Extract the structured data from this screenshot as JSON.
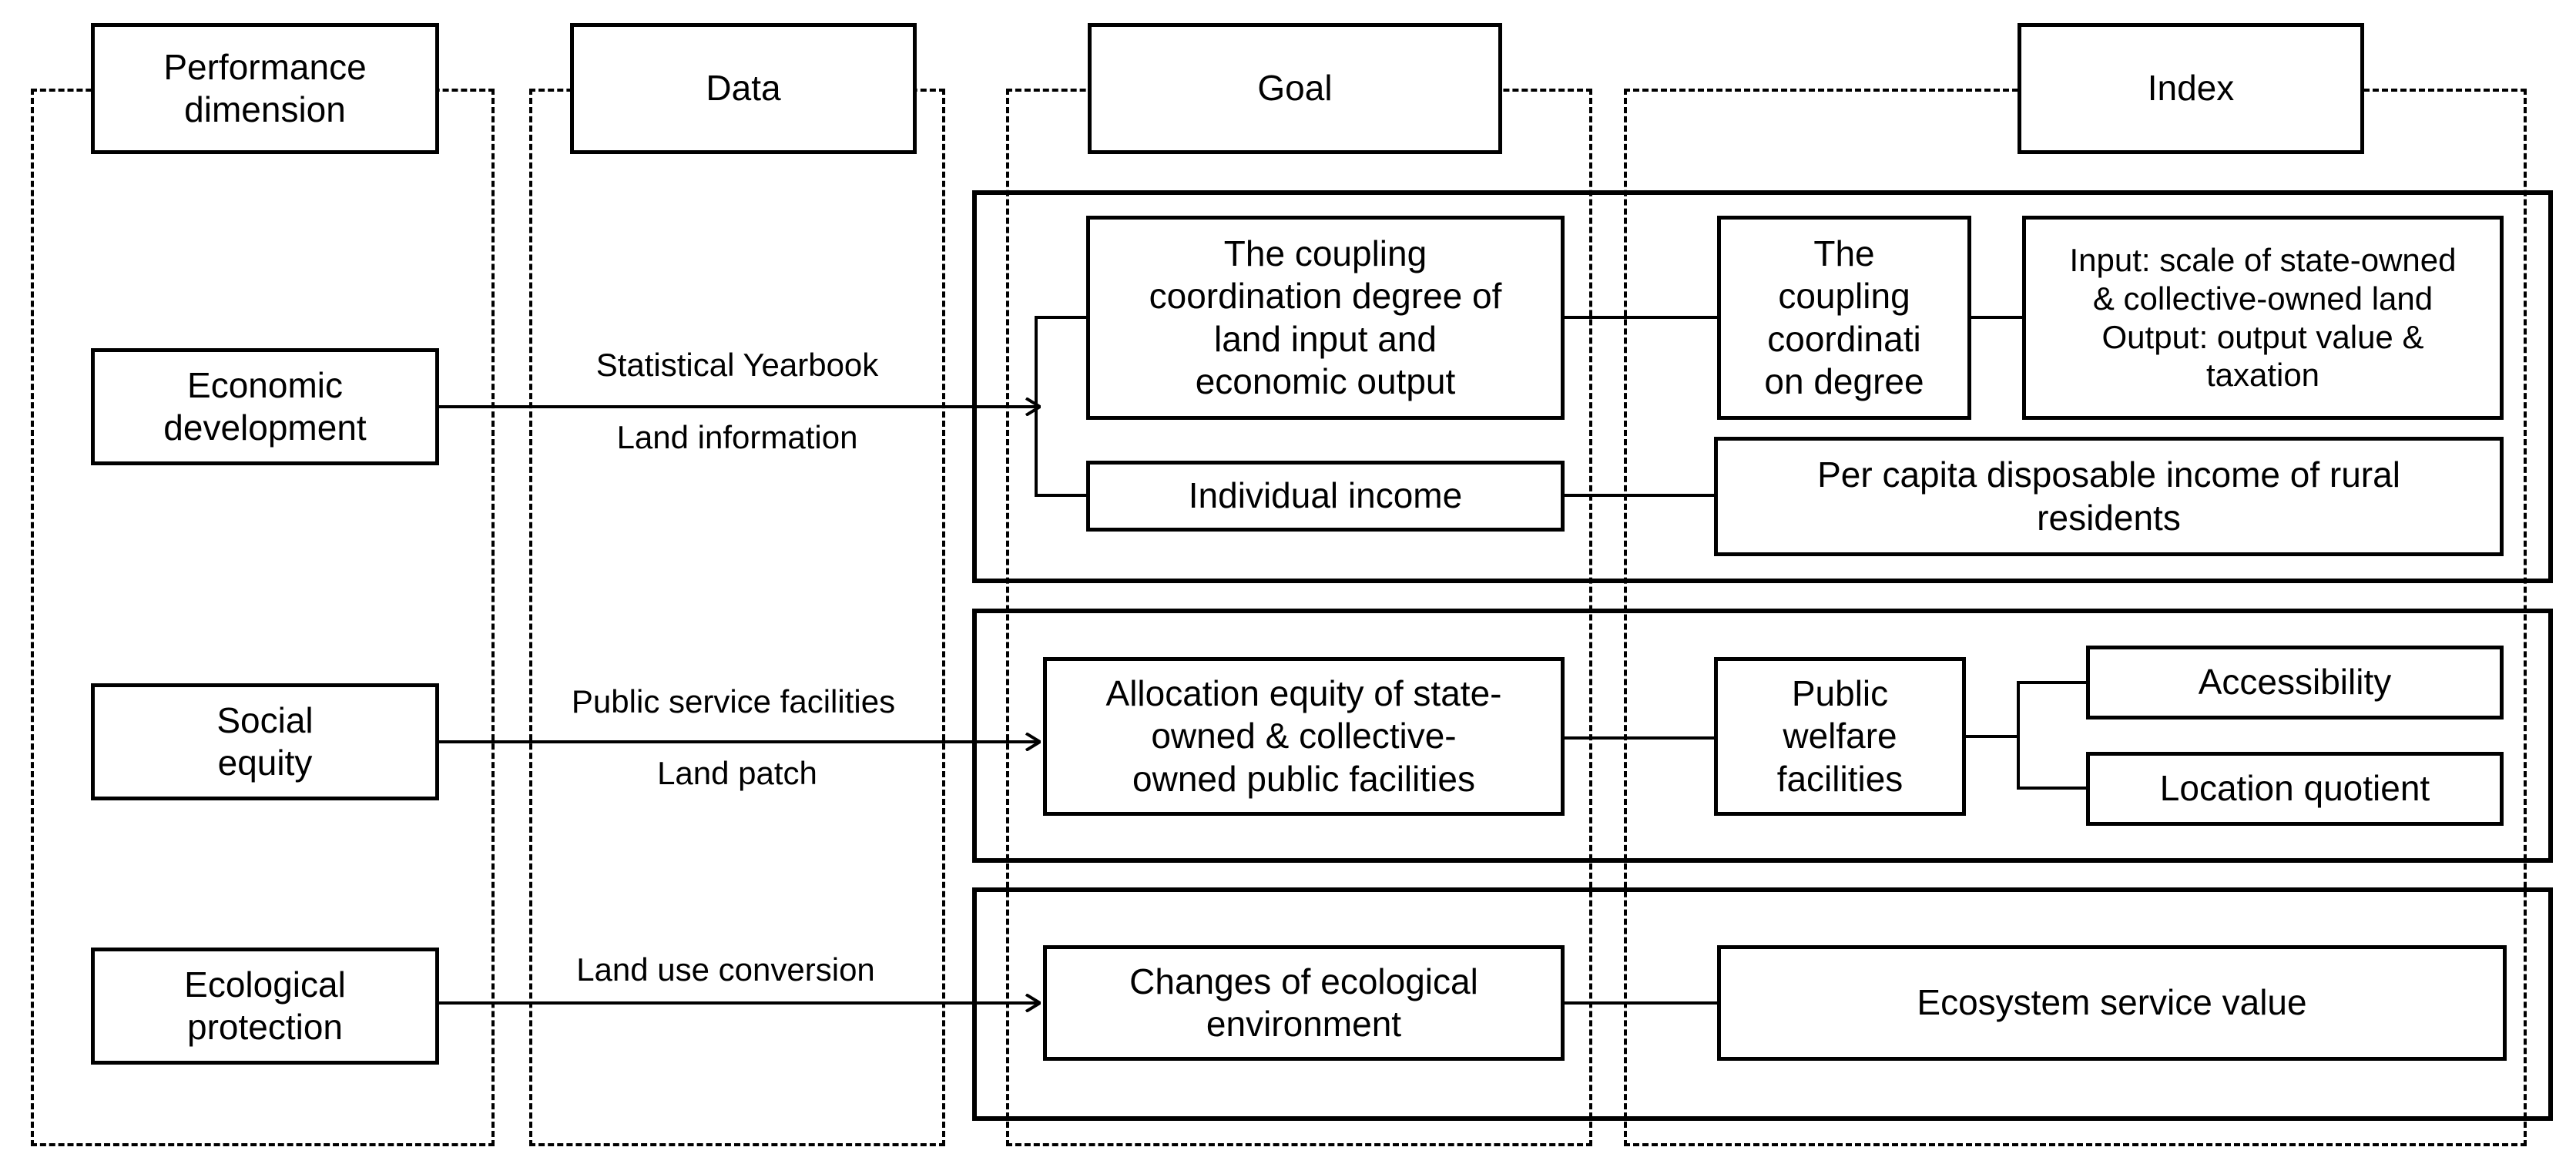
{
  "headers": {
    "performance": "Performance\ndimension",
    "data": "Data",
    "goal": "Goal",
    "index": "Index"
  },
  "dimensions": {
    "economic": "Economic\ndevelopment",
    "social": "Social\nequity",
    "ecological": "Ecological\nprotection"
  },
  "data_labels": {
    "economic_1": "Statistical Yearbook",
    "economic_2": "Land information",
    "social_1": "Public service facilities",
    "social_2": "Land patch",
    "ecological_1": "Land use conversion"
  },
  "goals": {
    "coupling": "The coupling\ncoordination degree of\nland input and\neconomic output",
    "income": "Individual income",
    "allocation": "Allocation equity of state-\nowned & collective-\nowned public facilities",
    "ecological": "Changes of ecological\nenvironment"
  },
  "indexes": {
    "coupling_degree": "The\ncoupling\ncoordinati\non degree",
    "input_output": "Input: scale of state-owned\n& collective-owned land\nOutput: output value &\ntaxation",
    "disposable_income": "Per capita disposable income of rural\nresidents",
    "public_welfare": "Public\nwelfare\nfacilities",
    "accessibility": "Accessibility",
    "location_quotient": "Location quotient",
    "ecosystem_value": "Ecosystem service value"
  }
}
